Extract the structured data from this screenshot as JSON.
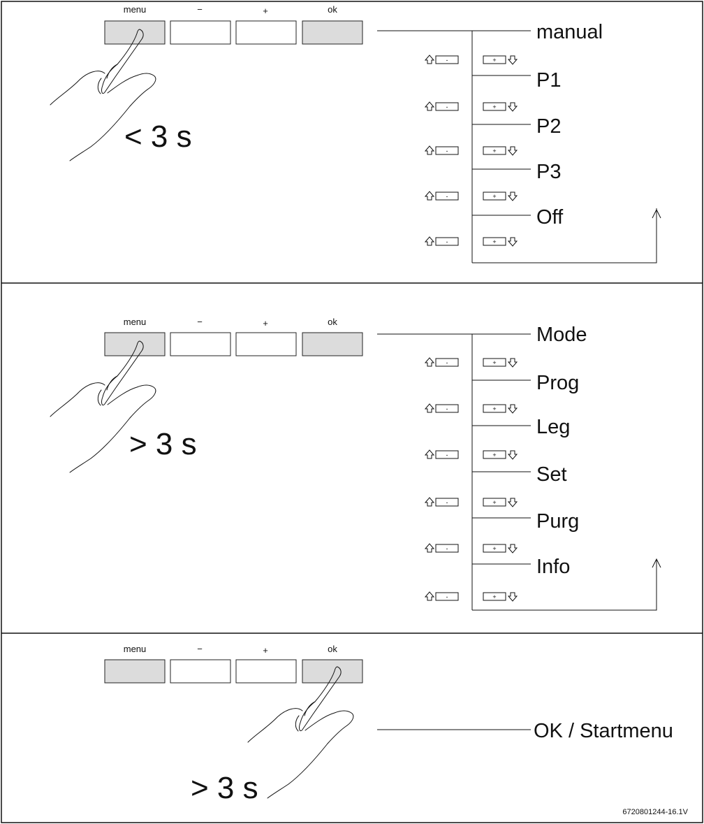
{
  "buttons": {
    "menu": "menu",
    "minus": "−",
    "plus": "+",
    "ok": "ok"
  },
  "panels": [
    {
      "duration": "< 3 s",
      "items": [
        "manual",
        "P1",
        "P2",
        "P3",
        "Off"
      ]
    },
    {
      "duration": "> 3 s",
      "items": [
        "Mode",
        "Prog",
        "Leg",
        "Set",
        "Purg",
        "Info"
      ]
    },
    {
      "duration": "> 3 s",
      "items": [
        "OK / Startmenu"
      ]
    }
  ],
  "icons": {
    "minus_key": "-",
    "plus_key": "+",
    "up": "up-arrow-icon",
    "down": "down-arrow-icon"
  },
  "reference": "6720801244-16.1V"
}
